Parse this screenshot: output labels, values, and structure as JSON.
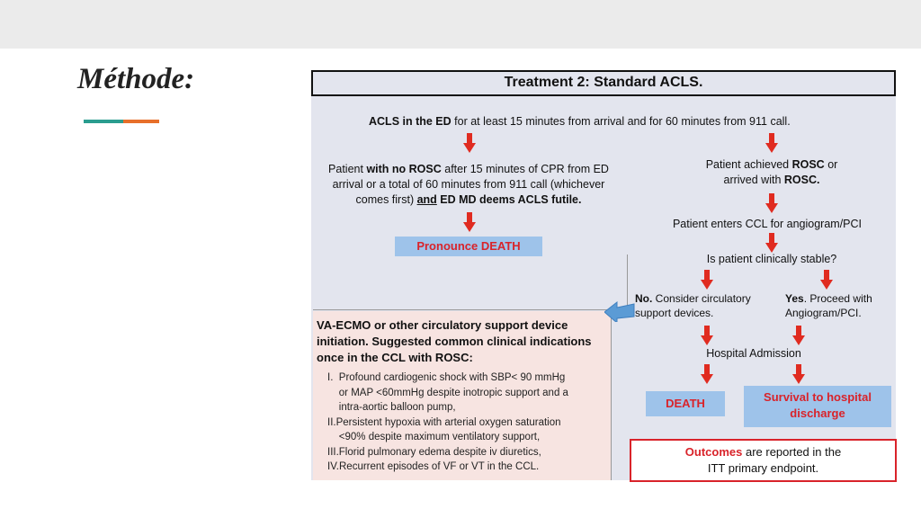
{
  "slide": {
    "title": "Méthode:"
  },
  "diagram": {
    "title": "Treatment 2: Standard ACLS.",
    "top_line_bold": "ACLS in the ED",
    "top_line_rest": " for at least 15 minutes from arrival  and for 60 minutes from 911 call.",
    "left_l1_a": "Patient ",
    "left_l1_b": "with no ROSC",
    "left_l1_c": " after 15 minutes of CPR from ED",
    "left_l2": "arrival or a total of 60 minutes from 911 call (whichever",
    "left_l3_a": "comes first) ",
    "left_l3_b": "and",
    "left_l3_c": " ED MD deems ACLS futile.",
    "pronounce": "Pronounce DEATH",
    "right_l1_a": "Patient achieved ",
    "right_l1_b": "ROSC",
    "right_l1_c": " or",
    "right_l2_a": "arrived with ",
    "right_l2_b": "ROSC.",
    "ccl": "Patient enters CCL for angiogram/PCI",
    "stable": "Is patient clinically stable?",
    "no_bold": "No.",
    "no_l1": " Consider circulatory",
    "no_l2": "support devices.",
    "yes_bold": "Yes",
    "yes_l1": ". Proceed with",
    "yes_l2": "Angiogram/PCI.",
    "admission": "Hospital Admission",
    "death": "DEATH",
    "survival_l1": "Survival to hospital",
    "survival_l2": "discharge",
    "ecmo_heading": "VA-ECMO or other circulatory support device initiation. Suggested common clinical indications once in the CCL with ROSC:",
    "ecmo_items": [
      "I.  Profound cardiogenic shock with SBP< 90 mmHg",
      "    or MAP <60mmHg despite inotropic support and a",
      "    intra-aortic balloon pump,",
      "II.Persistent hypoxia with arterial oxygen saturation",
      "    <90% despite maximum ventilatory support,",
      "III.Florid pulmonary edema despite iv diuretics,",
      "IV.Recurrent episodes of VF or VT in the CCL."
    ],
    "outcomes_red": "Outcomes",
    "outcomes_rest": " are reported in the",
    "outcomes_l2": "ITT  primary endpoint.",
    "colors": {
      "arrow": "#e02b20",
      "box": "#9ec3ea",
      "red_text": "#d9232a",
      "panel": "#f7e4e1",
      "accent_teal": "#2a9d8f",
      "accent_orange": "#e76f2a"
    }
  }
}
